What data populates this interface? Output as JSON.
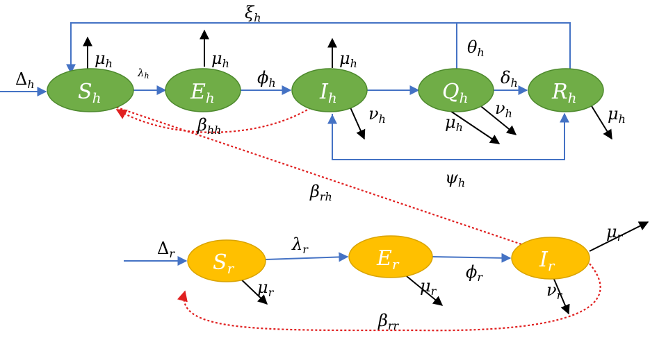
{
  "colors": {
    "human_node": "#70ad47",
    "human_node_stroke": "#4e8a2e",
    "rodent_node": "#ffc000",
    "rodent_node_stroke": "#d9a300",
    "transfer_arrow": "#4472c4",
    "death_arrow": "#000000",
    "infection_link": "#e02020"
  },
  "nodes": {
    "Sh": {
      "main": "S",
      "sub": "h"
    },
    "Eh": {
      "main": "E",
      "sub": "h"
    },
    "Ih": {
      "main": "I",
      "sub": "h"
    },
    "Qh": {
      "main": "Q",
      "sub": "h"
    },
    "Rh": {
      "main": "R",
      "sub": "h"
    },
    "Sr": {
      "main": "S",
      "sub": "r"
    },
    "Er": {
      "main": "E",
      "sub": "r"
    },
    "Ir": {
      "main": "I",
      "sub": "r"
    }
  },
  "labels": {
    "xi_h": {
      "main": "ξ",
      "sub": "h"
    },
    "Delta_h": {
      "main": "Δ",
      "sub": "h"
    },
    "mu_Sh": {
      "main": "μ",
      "sub": "h"
    },
    "lambda_h": {
      "main": "λ",
      "sub": "h"
    },
    "mu_Eh": {
      "main": "μ",
      "sub": "h"
    },
    "phi_h": {
      "main": "ϕ",
      "sub": "h"
    },
    "mu_Ih": {
      "main": "μ",
      "sub": "h"
    },
    "theta_h": {
      "main": "θ",
      "sub": "h"
    },
    "delta_h": {
      "main": "δ",
      "sub": "h"
    },
    "nu_Ih": {
      "main": "ν",
      "sub": "h"
    },
    "nu_Qh": {
      "main": "ν",
      "sub": "h"
    },
    "mu_Qh": {
      "main": "μ",
      "sub": "h"
    },
    "mu_Rh": {
      "main": "μ",
      "sub": "h"
    },
    "beta_hh": {
      "main": "β",
      "sub": "hh"
    },
    "psi_h": {
      "main": "ψ",
      "sub": "h"
    },
    "beta_rh": {
      "main": "β",
      "sub": "rh"
    },
    "Delta_r": {
      "main": "Δ",
      "sub": "r"
    },
    "lambda_r": {
      "main": "λ",
      "sub": "r"
    },
    "mu_Sr": {
      "main": "μ",
      "sub": "r"
    },
    "mu_Er": {
      "main": "μ",
      "sub": "r"
    },
    "phi_r": {
      "main": "ϕ",
      "sub": "r"
    },
    "mu_Ir": {
      "main": "μ",
      "sub": "r"
    },
    "nu_Ir": {
      "main": "ν",
      "sub": "r"
    },
    "beta_rr": {
      "main": "β",
      "sub": "rr"
    }
  }
}
